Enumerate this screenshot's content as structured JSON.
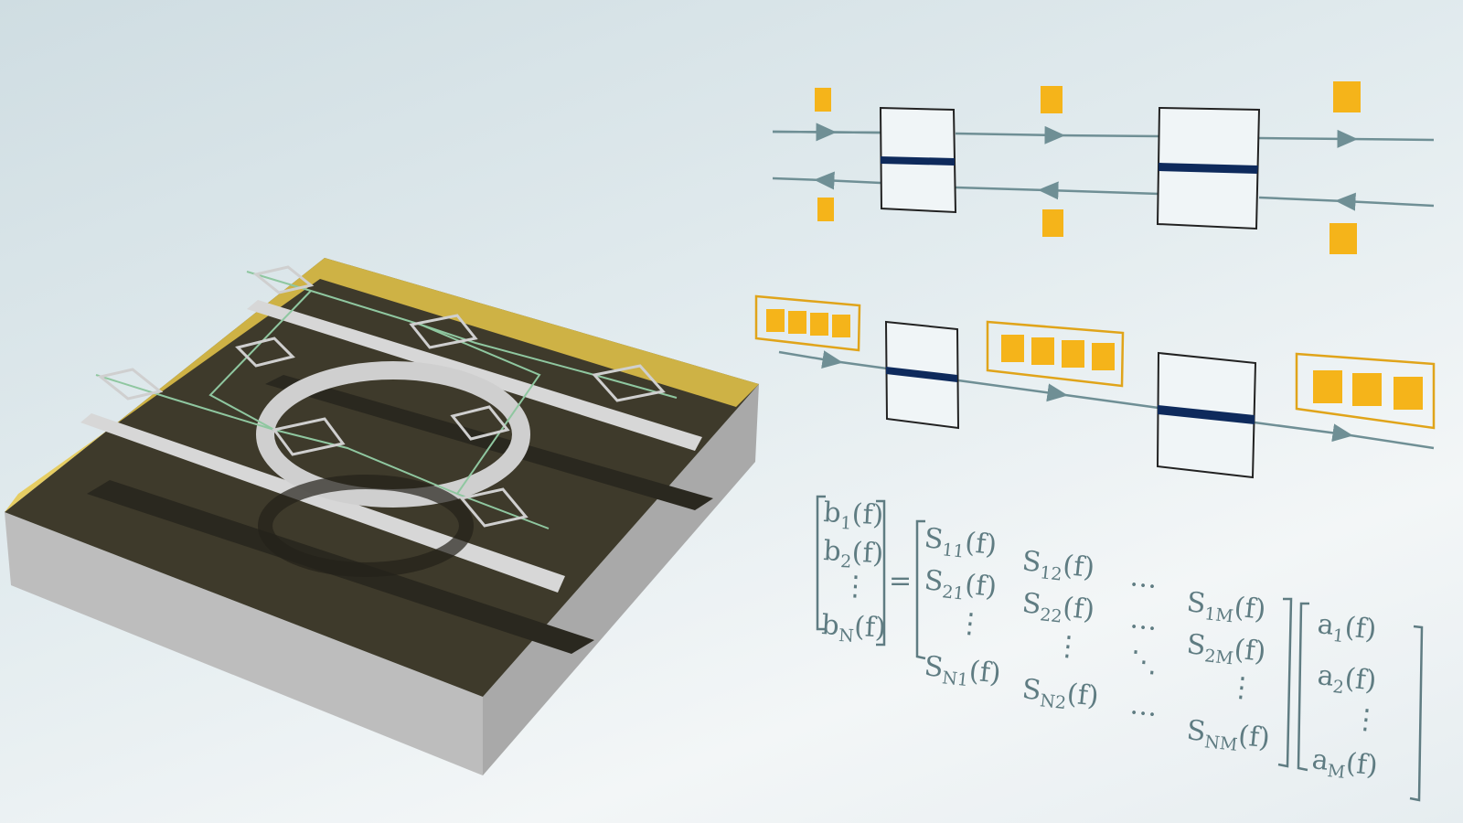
{
  "colors": {
    "waveguide": "#6f8f95",
    "element_band": "#0e2a5c",
    "pad": "#f5b41a",
    "substrate_top": "#3e3a2b",
    "gold": "#e8c84a",
    "equation": "#5f7c82"
  },
  "equation": {
    "lhs": [
      {
        "base": "b",
        "sub": "1",
        "arg": "(f)"
      },
      {
        "base": "b",
        "sub": "2",
        "arg": "(f)"
      },
      {
        "base": "⋮",
        "sub": "",
        "arg": ""
      },
      {
        "base": "b",
        "sub": "N",
        "arg": "(f)"
      }
    ],
    "equals": "=",
    "matrix": [
      [
        {
          "base": "S",
          "sub": "11",
          "arg": "(f)"
        },
        {
          "base": "S",
          "sub": "12",
          "arg": "(f)"
        },
        {
          "base": "…",
          "sub": "",
          "arg": ""
        },
        {
          "base": "S",
          "sub": "1M",
          "arg": "(f)"
        }
      ],
      [
        {
          "base": "S",
          "sub": "21",
          "arg": "(f)"
        },
        {
          "base": "S",
          "sub": "22",
          "arg": "(f)"
        },
        {
          "base": "…",
          "sub": "",
          "arg": ""
        },
        {
          "base": "S",
          "sub": "2M",
          "arg": "(f)"
        }
      ],
      [
        {
          "base": "⋮",
          "sub": "",
          "arg": ""
        },
        {
          "base": "⋮",
          "sub": "",
          "arg": ""
        },
        {
          "base": "⋱",
          "sub": "",
          "arg": ""
        },
        {
          "base": "⋮",
          "sub": "",
          "arg": ""
        }
      ],
      [
        {
          "base": "S",
          "sub": "N1",
          "arg": "(f)"
        },
        {
          "base": "S",
          "sub": "N2",
          "arg": "(f)"
        },
        {
          "base": "…",
          "sub": "",
          "arg": ""
        },
        {
          "base": "S",
          "sub": "NM",
          "arg": "(f)"
        }
      ]
    ],
    "rhs": [
      {
        "base": "a",
        "sub": "1",
        "arg": "(f)"
      },
      {
        "base": "a",
        "sub": "2",
        "arg": "(f)"
      },
      {
        "base": "⋮",
        "sub": "",
        "arg": ""
      },
      {
        "base": "a",
        "sub": "M",
        "arg": "(f)"
      }
    ]
  }
}
